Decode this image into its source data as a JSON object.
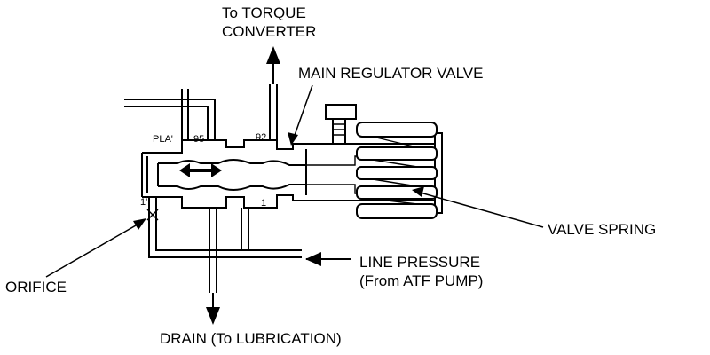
{
  "labels": {
    "torque_converter_line1": "To TORQUE",
    "torque_converter_line2": "CONVERTER",
    "main_regulator_valve": "MAIN REGULATOR VALVE",
    "valve_spring": "VALVE SPRING",
    "line_pressure_line1": "LINE PRESSURE",
    "line_pressure_line2": "(From ATF PUMP)",
    "orifice": "ORIFICE",
    "drain": "DRAIN (To LUBRICATION)"
  },
  "port_codes": {
    "pla": "PLA'",
    "p95": "95",
    "p92": "92",
    "p1_left": "1'",
    "p1_mid": "1"
  }
}
